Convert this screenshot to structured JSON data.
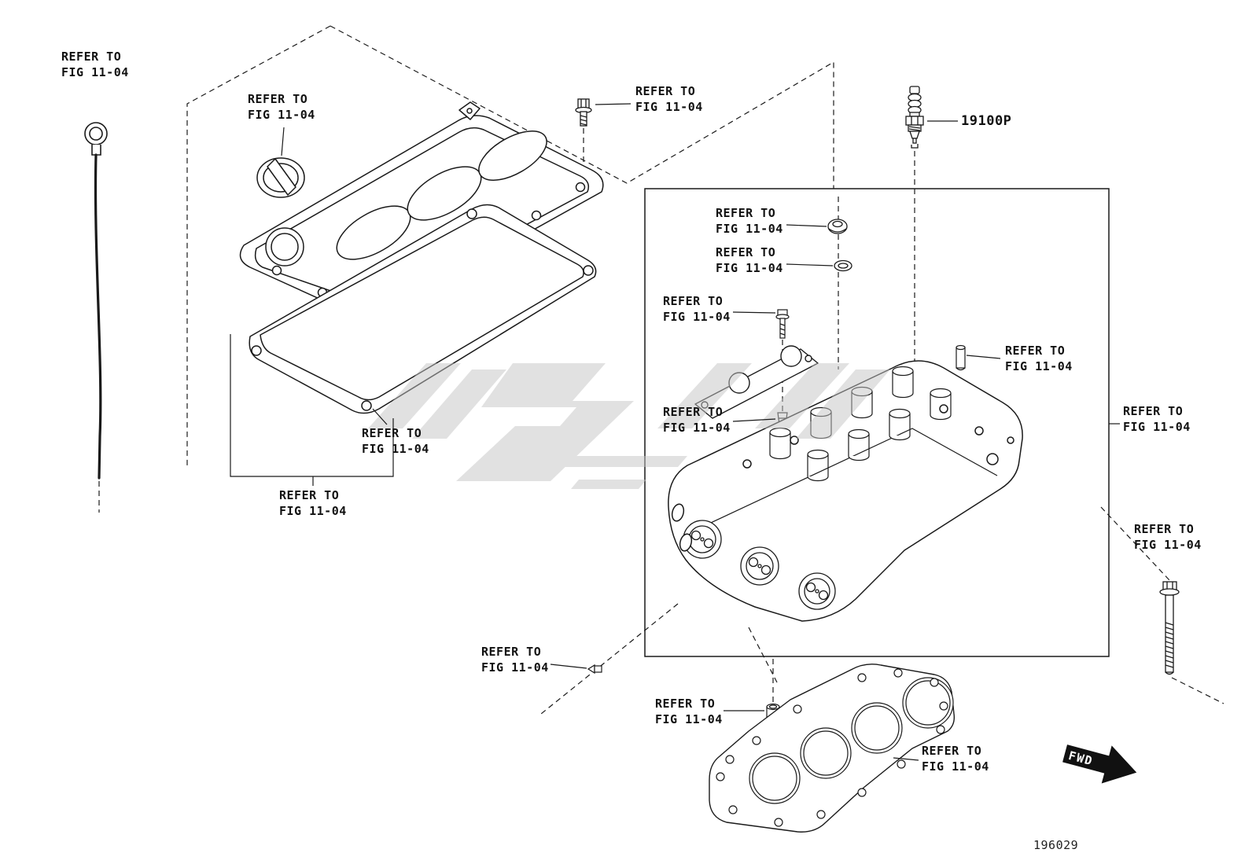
{
  "figure": {
    "number": "196029",
    "fwd_label": "FWD"
  },
  "part_labels": {
    "spark_plug": "19100P"
  },
  "refer_labels": [
    {
      "target": "oil-dipstick",
      "line1": "REFER TO",
      "line2": "FIG 11-04"
    },
    {
      "target": "oil-filler-cap",
      "line1": "REFER TO",
      "line2": "FIG 11-04"
    },
    {
      "target": "valve-cover-bolt",
      "line1": "REFER TO",
      "line2": "FIG 11-04"
    },
    {
      "target": "sealing-cap",
      "line1": "REFER TO",
      "line2": "FIG 11-04"
    },
    {
      "target": "seal-ring",
      "line1": "REFER TO",
      "line2": "FIG 11-04"
    },
    {
      "target": "stud-bolt",
      "line1": "REFER TO",
      "line2": "FIG 11-04"
    },
    {
      "target": "valve-keeper",
      "line1": "REFER TO",
      "line2": "FIG 11-04"
    },
    {
      "target": "valve-guide",
      "line1": "REFER TO",
      "line2": "FIG 11-04"
    },
    {
      "target": "cylinder-head-side",
      "line1": "REFER TO",
      "line2": "FIG 11-04"
    },
    {
      "target": "cylinder-head-bolt",
      "line1": "REFER TO",
      "line2": "FIG 11-04"
    },
    {
      "target": "valve-cover-gasket",
      "line1": "REFER TO",
      "line2": "FIG 11-04"
    },
    {
      "target": "valve-cover-gasket-group",
      "line1": "REFER TO",
      "line2": "FIG 11-04"
    },
    {
      "target": "small-screw",
      "line1": "REFER TO",
      "line2": "FIG 11-04"
    },
    {
      "target": "dowel-pin",
      "line1": "REFER TO",
      "line2": "FIG 11-04"
    },
    {
      "target": "head-gasket",
      "line1": "REFER TO",
      "line2": "FIG 11-04"
    }
  ]
}
